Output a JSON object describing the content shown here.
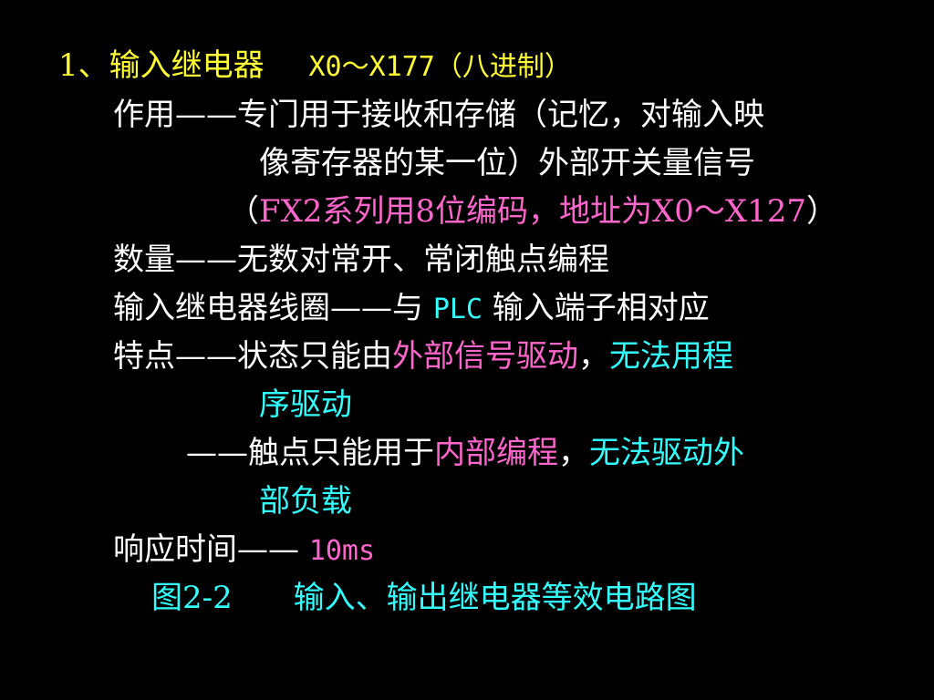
{
  "colors": {
    "background": "#000000",
    "yellow": "#ffff33",
    "white": "#ffffff",
    "pink": "#ff66cc",
    "cyan": "#33ffff"
  },
  "heading": {
    "prefix": "1、输入继电器",
    "range": "X0～X177（八进制）"
  },
  "function": {
    "line1": "作用——专门用于接收和存储（记忆，对输入映",
    "line2": "像寄存器的某一位）外部开关量信号",
    "note_open": "（",
    "note_text": "FX2系列用8位编码，地址为X0～X127",
    "note_close": "）"
  },
  "quantity": "数量——无数对常开、常闭触点编程",
  "coil": {
    "before": "输入继电器线圈——与 ",
    "plc": "PLC",
    "after": " 输入端子相对应"
  },
  "feature1": {
    "label": "特点——状态只能由",
    "highlight": "外部信号驱动",
    "comma": "，",
    "cyan_a": "无法用程",
    "cyan_b": "序驱动"
  },
  "feature2": {
    "label": "——触点只能用于",
    "highlight": "内部编程",
    "comma": "，",
    "cyan_a": "无法驱动外",
    "cyan_b": "部负载"
  },
  "response": {
    "label": "响应时间—— ",
    "value": "10ms"
  },
  "figure": {
    "number": "图2-2",
    "caption": "输入、输出继电器等效电路图"
  }
}
